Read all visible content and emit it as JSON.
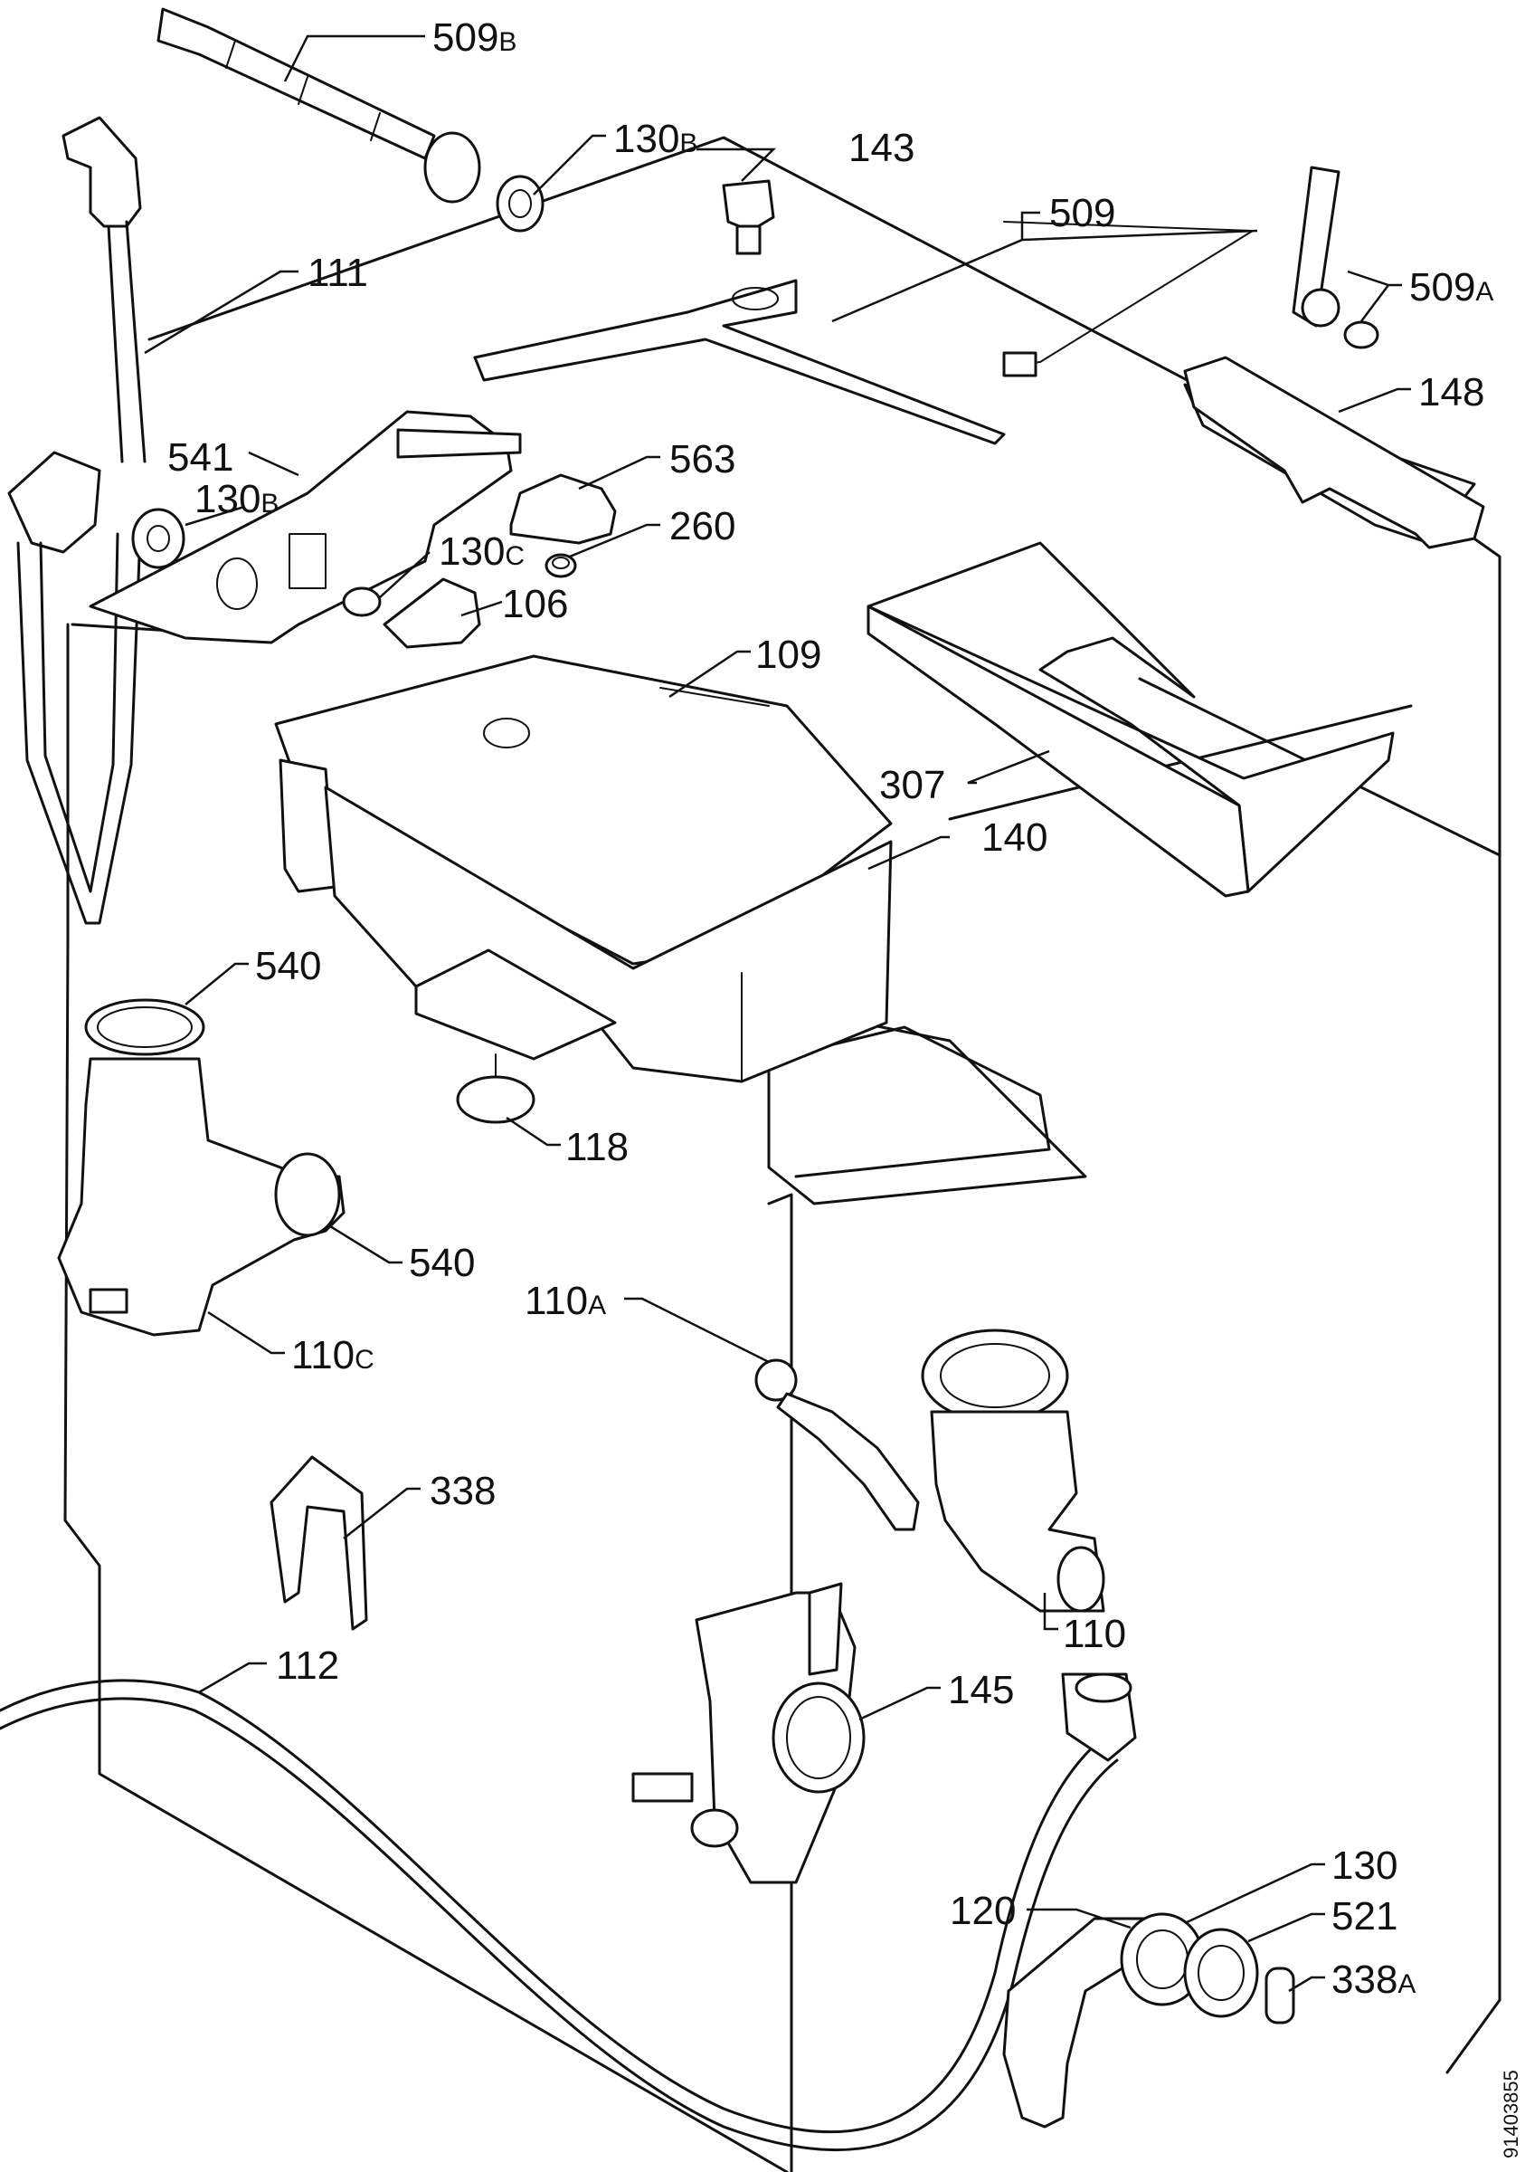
{
  "labels": {
    "l509b": {
      "num": "509",
      "suffix": "B"
    },
    "l130b_top": {
      "num": "130",
      "suffix": "B"
    },
    "l143": {
      "num": "143",
      "suffix": ""
    },
    "l509": {
      "num": "509",
      "suffix": ""
    },
    "l111": {
      "num": "111",
      "suffix": ""
    },
    "l509a": {
      "num": "509",
      "suffix": "A"
    },
    "l148": {
      "num": "148",
      "suffix": ""
    },
    "l541": {
      "num": "541",
      "suffix": ""
    },
    "l563": {
      "num": "563",
      "suffix": ""
    },
    "l130b_mid": {
      "num": "130",
      "suffix": "B"
    },
    "l260": {
      "num": "260",
      "suffix": ""
    },
    "l130c": {
      "num": "130",
      "suffix": "C"
    },
    "l106": {
      "num": "106",
      "suffix": ""
    },
    "l109": {
      "num": "109",
      "suffix": ""
    },
    "l307": {
      "num": "307",
      "suffix": ""
    },
    "l140": {
      "num": "140",
      "suffix": ""
    },
    "l540_top": {
      "num": "540",
      "suffix": ""
    },
    "l118": {
      "num": "118",
      "suffix": ""
    },
    "l540_mid": {
      "num": "540",
      "suffix": ""
    },
    "l110a": {
      "num": "110",
      "suffix": "A"
    },
    "l110c": {
      "num": "110",
      "suffix": "C"
    },
    "l338": {
      "num": "338",
      "suffix": ""
    },
    "l110": {
      "num": "110",
      "suffix": ""
    },
    "l112": {
      "num": "112",
      "suffix": ""
    },
    "l145": {
      "num": "145",
      "suffix": ""
    },
    "l130": {
      "num": "130",
      "suffix": ""
    },
    "l120": {
      "num": "120",
      "suffix": ""
    },
    "l521": {
      "num": "521",
      "suffix": ""
    },
    "l338a": {
      "num": "338",
      "suffix": "A"
    }
  },
  "drawing_code": "91403855"
}
